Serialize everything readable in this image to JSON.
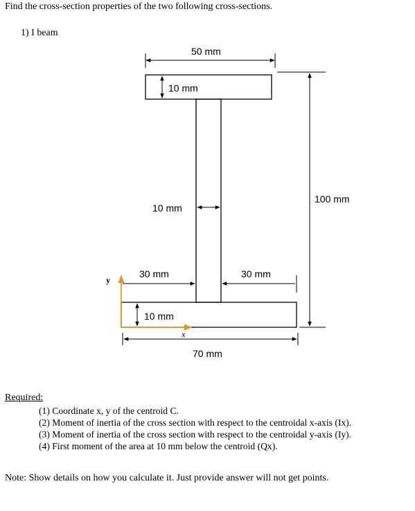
{
  "problem": {
    "title": "Find the cross-section properties of the two following cross-sections.",
    "part_label": "1)  I beam"
  },
  "figure": {
    "dim_top_width": "50 mm",
    "dim_flange_thickness": "10 mm",
    "dim_height": "100 mm",
    "dim_web_width": "10 mm",
    "dim_left_overhang": "30 mm",
    "dim_right_overhang": "30 mm",
    "dim_bottom_flange_thickness": "10 mm",
    "dim_bottom_width": "70 mm",
    "axis_y": "y",
    "axis_x": "x",
    "colors": {
      "stroke": "#000000",
      "axis": "#e8901a"
    }
  },
  "required": {
    "heading": "Required:",
    "items": [
      "(1)  Coordinate x, y of the centroid C.",
      "(2)  Moment of inertia of the cross section with respect to the centroidal x-axis (Ix).",
      "(3)  Moment of inertia of the cross section with respect to the centroidal y-axis (Iy).",
      "(4)  First moment of the area at 10 mm below the centroid (Qx)."
    ]
  },
  "note": "Note: Show details on how you calculate it. Just provide answer will not get points."
}
